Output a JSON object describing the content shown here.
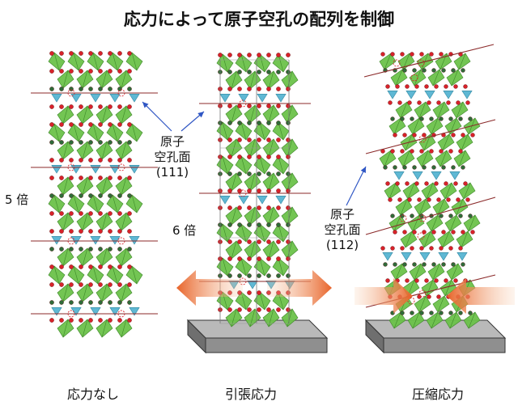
{
  "title": "応力によって原子空孔の配列を制御",
  "panels": [
    {
      "caption": "応力なし",
      "period_label": "5 倍"
    },
    {
      "caption": "引張応力",
      "period_label": "6 倍"
    },
    {
      "caption": "圧縮応力"
    }
  ],
  "vacancy_label_111": [
    "原子",
    "空孔面",
    "(111)"
  ],
  "vacancy_label_112": [
    "原子",
    "空孔面",
    "(112)"
  ],
  "colors": {
    "octahedron": "#6cc24a",
    "tetrahedron": "#5fb8d4",
    "oxygen": "#d8222a",
    "cation": "#2f6b3a",
    "vacancy_plane": "#8b2a2a",
    "arrow": "#e8642a",
    "pointer": "#2f56c4",
    "substrate": "#8f8f8f"
  }
}
